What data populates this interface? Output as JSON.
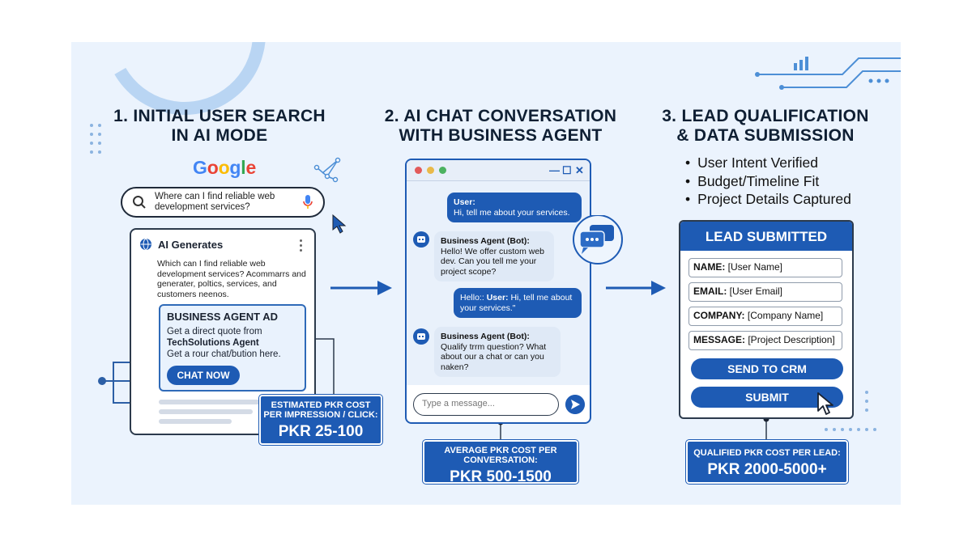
{
  "steps": [
    {
      "title_line1": "1. INITIAL USER SEARCH",
      "title_line2": "IN AI MODE"
    },
    {
      "title_line1": "2. AI CHAT CONVERSATION",
      "title_line2": "WITH BUSINESS AGENT"
    },
    {
      "title_line1": "3. LEAD QUALIFICATION",
      "title_line2": "& DATA SUBMISSION"
    }
  ],
  "search": {
    "logo_letters": [
      "G",
      "o",
      "o",
      "g",
      "l",
      "e"
    ],
    "logo_colors": [
      "#4285F4",
      "#EA4335",
      "#FBBC05",
      "#4285F4",
      "#34A853",
      "#EA4335"
    ],
    "query": "Where can I find reliable web development services?"
  },
  "ai_card": {
    "title": "AI Generates",
    "description": "Which can I find reliable web development services? Acommarrs and generater, poltics, services, and customers neenos.",
    "ad": {
      "title": "BUSINESS AGENT AD",
      "line1": "Get a direct quote from",
      "line2": "TechSolutions Agent",
      "line3": "Get a rour chat/bution here.",
      "cta": "CHAT NOW"
    }
  },
  "cost1": {
    "label": "ESTIMATED PKR COST PER IMPRESSION / CLICK:",
    "value": "PKR 25-100"
  },
  "chat": {
    "messages": [
      {
        "speaker": "User:",
        "text": "Hi, tell me about your services."
      },
      {
        "speaker": "Business Agent (Bot):",
        "text": "Hello! We offer custom web dev. Can you tell me your project scope?"
      },
      {
        "prefix": "Hello:: ",
        "speaker": "User:",
        "text": " Hi, tell me about your services.\""
      },
      {
        "speaker": "Business Agent (Bot):",
        "text": "Qualify trrm question? What about our a chat or can you naken?"
      }
    ],
    "input_placeholder": "Type a message..."
  },
  "cost2": {
    "label": "AVERAGE PKR COST PER CONVERSATION:",
    "value": "PKR 500-1500"
  },
  "bullets": [
    "User Intent Verified",
    "Budget/Timeline Fit",
    "Project Details Captured"
  ],
  "lead_form": {
    "header": "LEAD SUBMITTED",
    "fields": [
      {
        "label": "NAME:",
        "value": " [User Name]"
      },
      {
        "label": "EMAIL:",
        "value": " [User Email]"
      },
      {
        "label": "COMPANY:",
        "value": " [Company Name]"
      },
      {
        "label": "MESSAGE:",
        "value": " [Project Description]"
      }
    ],
    "crm_button": "SEND TO CRM",
    "submit_button": "SUBMIT"
  },
  "cost3": {
    "label": "QUALIFIED PKR COST PER LEAD:",
    "value": "PKR 2000-5000+"
  },
  "colors": {
    "accent": "#1e5bb4",
    "background": "#ebf3fd",
    "bubble_light": "#dfe9f6"
  }
}
